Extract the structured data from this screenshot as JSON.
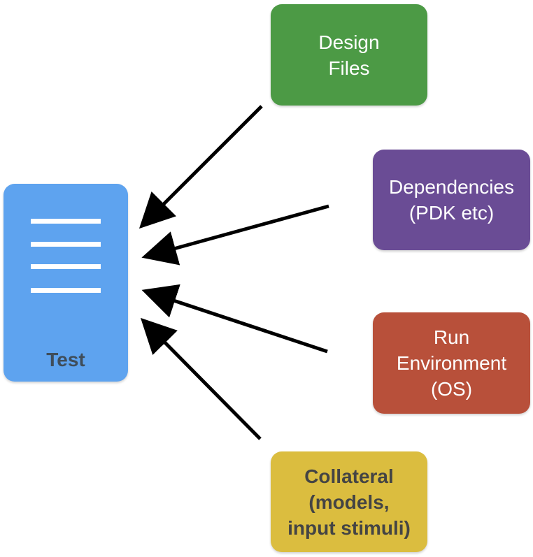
{
  "nodes": {
    "test": {
      "label": "Test",
      "color": "#5ea3ef"
    },
    "design_files": {
      "lines": [
        "Design",
        "Files"
      ],
      "color": "#4c9a45"
    },
    "dependencies": {
      "lines": [
        "Dependencies",
        "(PDK etc)"
      ],
      "color": "#6a4c95"
    },
    "run_environment": {
      "lines": [
        "Run",
        "Environment",
        "(OS)"
      ],
      "color": "#b8503a"
    },
    "collateral": {
      "lines": [
        "Collateral",
        "(models,",
        "input stimuli)"
      ],
      "color": "#dbbd3f"
    }
  },
  "edges": [
    {
      "from": "design_files",
      "to": "test"
    },
    {
      "from": "dependencies",
      "to": "test"
    },
    {
      "from": "run_environment",
      "to": "test"
    },
    {
      "from": "collateral",
      "to": "test"
    }
  ],
  "colors": {
    "arrow": "#000000",
    "test_label": "#3f4d5a",
    "collateral_text": "#444444"
  }
}
